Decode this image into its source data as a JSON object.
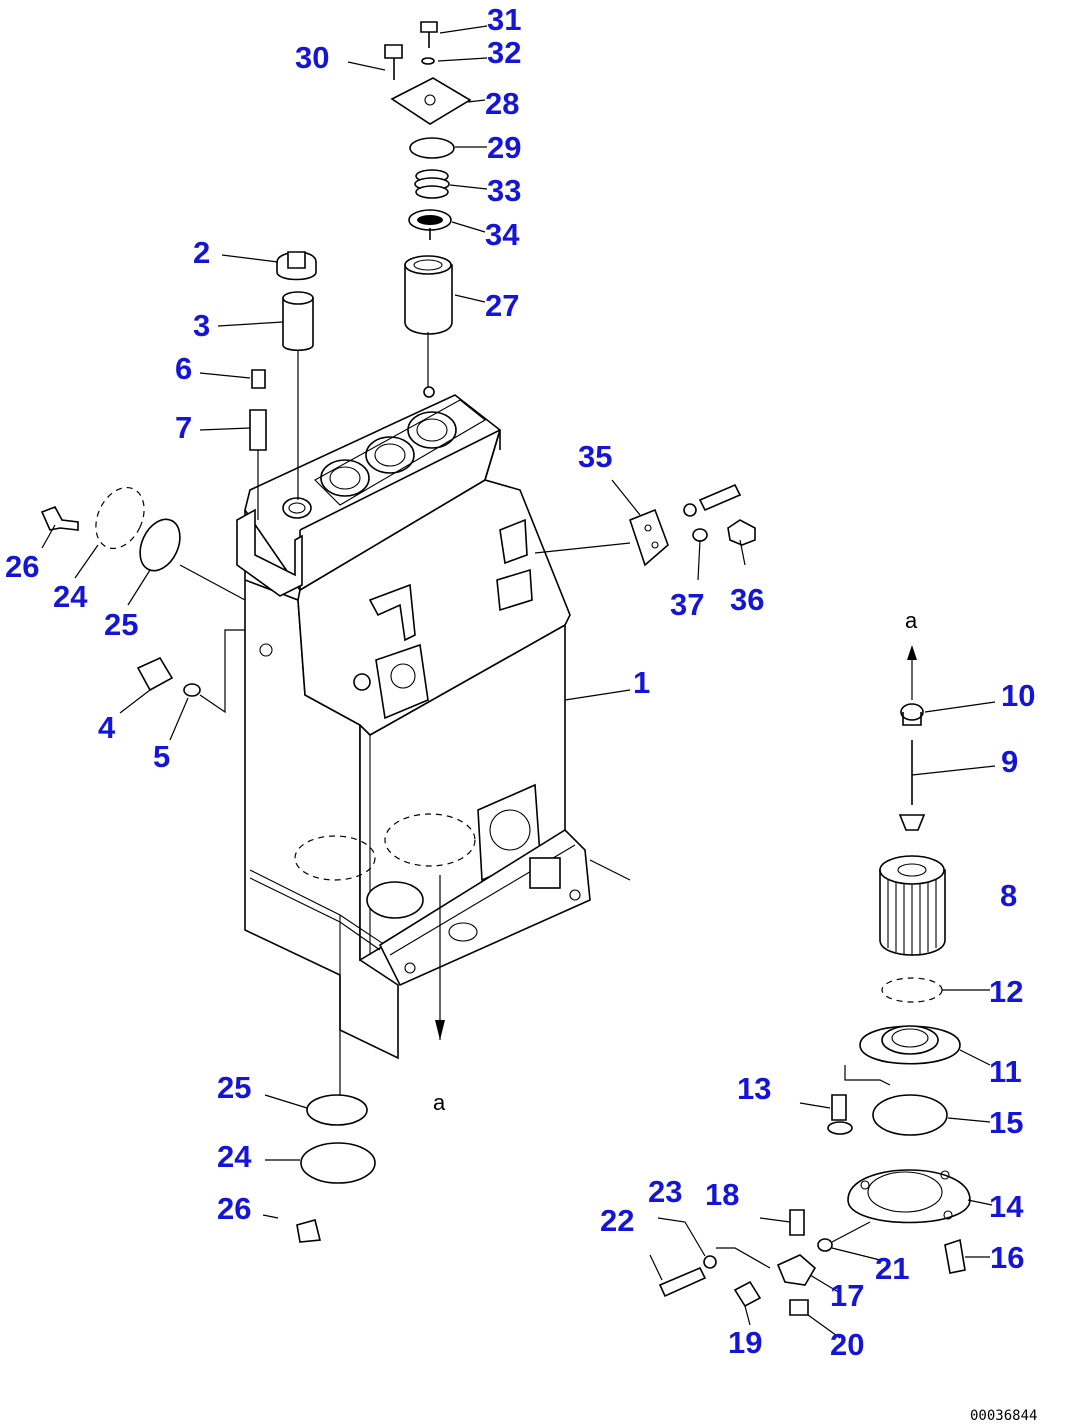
{
  "callouts": [
    {
      "id": "31",
      "label": "31"
    },
    {
      "id": "30",
      "label": "30"
    },
    {
      "id": "32",
      "label": "32"
    },
    {
      "id": "28",
      "label": "28"
    },
    {
      "id": "29",
      "label": "29"
    },
    {
      "id": "33",
      "label": "33"
    },
    {
      "id": "34",
      "label": "34"
    },
    {
      "id": "2",
      "label": "2"
    },
    {
      "id": "27",
      "label": "27"
    },
    {
      "id": "3",
      "label": "3"
    },
    {
      "id": "6",
      "label": "6"
    },
    {
      "id": "7",
      "label": "7"
    },
    {
      "id": "35",
      "label": "35"
    },
    {
      "id": "26a",
      "label": "26"
    },
    {
      "id": "24a",
      "label": "24"
    },
    {
      "id": "25a",
      "label": "25"
    },
    {
      "id": "37",
      "label": "37"
    },
    {
      "id": "36",
      "label": "36"
    },
    {
      "id": "1",
      "label": "1"
    },
    {
      "id": "4",
      "label": "4"
    },
    {
      "id": "5",
      "label": "5"
    },
    {
      "id": "10",
      "label": "10"
    },
    {
      "id": "9",
      "label": "9"
    },
    {
      "id": "8",
      "label": "8"
    },
    {
      "id": "12",
      "label": "12"
    },
    {
      "id": "11",
      "label": "11"
    },
    {
      "id": "13",
      "label": "13"
    },
    {
      "id": "15",
      "label": "15"
    },
    {
      "id": "25b",
      "label": "25"
    },
    {
      "id": "24b",
      "label": "24"
    },
    {
      "id": "26b",
      "label": "26"
    },
    {
      "id": "23",
      "label": "23"
    },
    {
      "id": "18",
      "label": "18"
    },
    {
      "id": "22",
      "label": "22"
    },
    {
      "id": "14",
      "label": "14"
    },
    {
      "id": "16",
      "label": "16"
    },
    {
      "id": "21",
      "label": "21"
    },
    {
      "id": "17",
      "label": "17"
    },
    {
      "id": "19",
      "label": "19"
    },
    {
      "id": "20",
      "label": "20"
    }
  ],
  "references": {
    "top": "a",
    "bottom": "a"
  },
  "footer_code": "00036844"
}
